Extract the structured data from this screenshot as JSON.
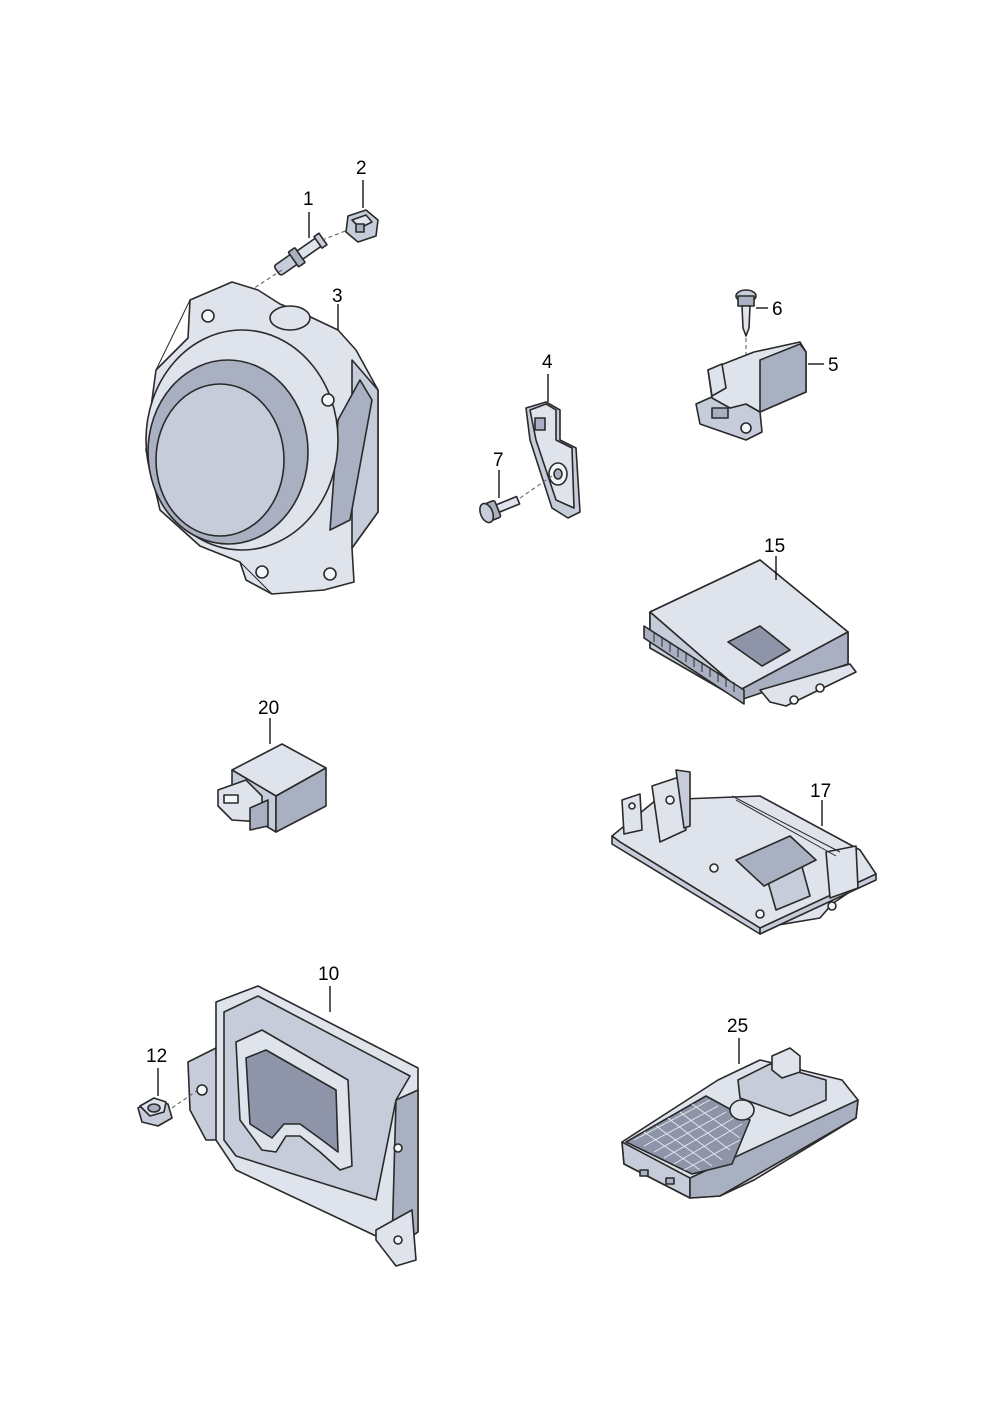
{
  "parts": [
    {
      "id": "p1",
      "label": "1",
      "icon": "sensor-pin-icon"
    },
    {
      "id": "p2",
      "label": "2",
      "icon": "clip-icon"
    },
    {
      "id": "p3",
      "label": "3",
      "icon": "radar-sensor-housing-icon"
    },
    {
      "id": "p4",
      "label": "4",
      "icon": "bracket-plate-icon"
    },
    {
      "id": "p5",
      "label": "5",
      "icon": "sensor-holder-icon"
    },
    {
      "id": "p6",
      "label": "6",
      "icon": "tapping-screw-icon"
    },
    {
      "id": "p7",
      "label": "7",
      "icon": "bolt-icon"
    },
    {
      "id": "p15",
      "label": "15",
      "icon": "control-unit-icon"
    },
    {
      "id": "p17",
      "label": "17",
      "icon": "mounting-bracket-icon"
    },
    {
      "id": "p20",
      "label": "20",
      "icon": "relay-module-icon"
    },
    {
      "id": "p10",
      "label": "10",
      "icon": "camera-control-unit-icon"
    },
    {
      "id": "p12",
      "label": "12",
      "icon": "hex-nut-icon"
    },
    {
      "id": "p25",
      "label": "25",
      "icon": "camera-module-icon"
    }
  ],
  "colors": {
    "part_light": "#dfe3ec",
    "part_mid": "#c6ccd9",
    "part_dark": "#a9b0c2",
    "outline": "#2a2a2a"
  }
}
